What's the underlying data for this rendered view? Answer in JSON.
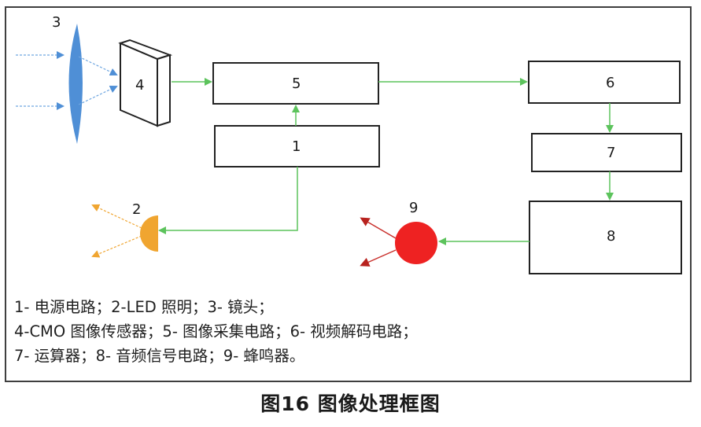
{
  "blocks": {
    "b1": "1",
    "b2": "2",
    "b3": "3",
    "b4": "4",
    "b5": "5",
    "b6": "6",
    "b7": "7",
    "b8": "8",
    "b9": "9"
  },
  "legend": {
    "line1": "1- 电源电路；2-LED 照明；3- 镜头；",
    "line2": "4-CMO 图像传感器；5- 图像采集电路；6- 视频解码电路；",
    "line3": "7- 运算器；8- 音频信号电路；9- 蜂鸣器。"
  },
  "caption": "图16 图像处理框图",
  "colors": {
    "connector": "#5cc35c",
    "lens": "#4f8fd6",
    "led": "#f0a530",
    "buzzer": "#ee2222",
    "sound": "#c9302c",
    "border": "#222222"
  }
}
